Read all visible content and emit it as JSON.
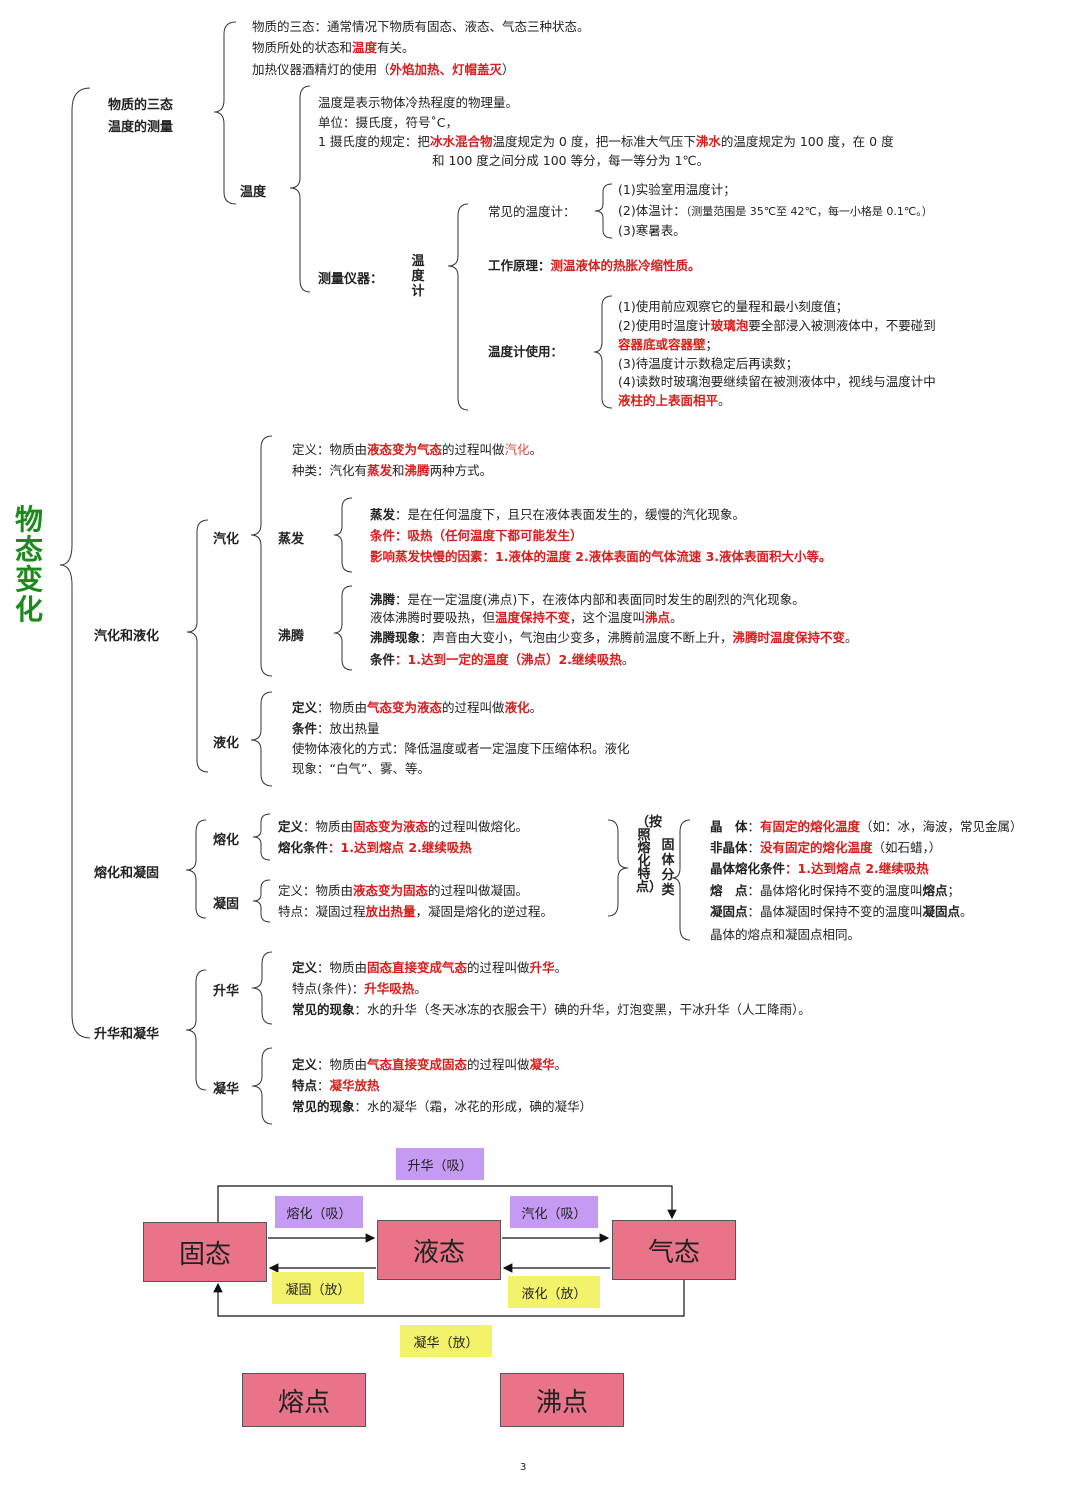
{
  "title": "物态变化",
  "sec1": {
    "label": "物质的三态\n温度的测量",
    "label_l1": "物质的三态",
    "label_l2": "温度的测量",
    "line1": "物质的三态：通常情况下物质有固态、液态、气态三种状态。",
    "line2_pre": "物质所处的状态和",
    "line2_red": "温度",
    "line2_post": "有关。",
    "line3_pre": "加热仪器酒精灯的使用（",
    "line3_red": "外焰加热、灯帽盖灭",
    "line3_post": "）",
    "wendu_label": "温度",
    "wendu_l1": "温度是表示物体冷热程度的物理量。",
    "wendu_l2": "单位：摄氏度，符号˚C，",
    "wendu_l3_pre": "1 摄氏度的规定：把",
    "wendu_l3_red1": "冰水混合物",
    "wendu_l3_mid": "温度规定为 0 度，把一标准大气压下",
    "wendu_l3_red2": "沸水",
    "wendu_l3_post": "的温度规定为 100 度，在 0 度",
    "wendu_l4": "和 100 度之间分成 100 等分，每一等分为 1℃。",
    "yiqi_label": "测量仪器：",
    "wenduji": "温度计",
    "common_label": "常见的温度计：",
    "common1": "(1)实验室用温度计；",
    "common2_pre": "(2)体温计：",
    "common2_small": "（测量范围是 35℃至 42℃，每一小格是 0.1℃。）",
    "common3": "(3)寒暑表。",
    "principle_label": "工作原理：",
    "principle_red": "测温液体的热胀冷缩性质。",
    "use_label": "温度计使用：",
    "use1": "(1)使用前应观察它的量程和最小刻度值；",
    "use2_pre": "(2)使用时温度计",
    "use2_red": "玻璃泡",
    "use2_post": "要全部浸入被测液体中，不要碰到",
    "use2b_red": "容器底或容器壁",
    "use2b_post": "；",
    "use3": "(3)待温度计示数稳定后再读数；",
    "use4": "(4)读数时玻璃泡要继续留在被测液体中，视线与温度计中",
    "use4b_red": "液柱的上表面相平",
    "use4b_post": "。"
  },
  "sec2": {
    "label": "汽化和液化",
    "qihua": "汽化",
    "def_pre": "定义：物质由",
    "def_red": "液态变为气态",
    "def_mid": "的过程叫做",
    "def_red2": "汽化",
    "def_post": "。",
    "kind_pre": "种类：汽化有",
    "kind_red1": "蒸发",
    "kind_mid": "和",
    "kind_red2": "沸腾",
    "kind_post": "两种方式。",
    "zhengfa": "蒸发",
    "zf1_b": "蒸发",
    "zf1_rest": "：是在任何温度下，且只在液体表面发生的，缓慢的汽化现象。",
    "zf2_red": "条件：吸热（任何温度下都可能发生）",
    "zf3_red": "影响蒸发快慢的因素：1.液体的温度 2.液体表面的气体流速 3.液体表面积大小等。",
    "feiteng": "沸腾",
    "ft1_b": "沸腾",
    "ft1_rest": "：是在一定温度(沸点)下，在液体内部和表面同时发生的剧烈的汽化现象。",
    "ft2_pre": "液体沸腾时要吸热，但",
    "ft2_red": "温度保持不变",
    "ft2_mid": "，这个温度叫",
    "ft2_red2": "沸点",
    "ft2_post": "。",
    "ft3_b": "沸腾现象",
    "ft3_mid": "：声音由大变小，气泡由少变多，沸腾前温度不断上升，",
    "ft3_red": "沸腾时温度保持不变",
    "ft3_post": "。",
    "ft4_b": "条件",
    "ft4_red": "：1.达到一定的温度（沸点）2.继续吸热",
    "ft4_post": "。",
    "yehua": "液化",
    "yh1_b": "定义",
    "yh1_pre": "：物质由",
    "yh1_red": "气态变为液态",
    "yh1_mid": "的过程叫做",
    "yh1_red2": "液化",
    "yh1_post": "。",
    "yh2_b": "条件",
    "yh2_rest": "：放出热量",
    "yh3": "使物体液化的方式：降低温度或者一定温度下压缩体积。液化",
    "yh4": "现象：“白气”、雾、等。"
  },
  "sec3": {
    "label": "熔化和凝固",
    "ronghua": "熔化",
    "rh1_b": "定义",
    "rh1_pre": "：物质由",
    "rh1_red": "固态变为液态",
    "rh1_post": "的过程叫做熔化。",
    "rh2_b": "熔化条件",
    "rh2_red": "：1.达到熔点 2.继续吸热",
    "ninggu": "凝固",
    "ng1_pre": "定义：物质由",
    "ng1_red": "液态变为固态",
    "ng1_post": "的过程叫做凝固。",
    "ng2_pre": "特点：凝固过程",
    "ng2_red": "放出热量",
    "ng2_post": "，凝固是熔化的逆过程。",
    "classify_a": "（按照熔化特点）",
    "classify_b": "固体分类",
    "jt1_b": "晶　体",
    "jt1_mid": "：",
    "jt1_red": "有固定的熔化温度",
    "jt1_post": "（如：冰，海波，常见金属）",
    "jt2_b": "非晶体",
    "jt2_mid": "：",
    "jt2_red": "没有固定的熔化温度",
    "jt2_post": "（如石蜡，）",
    "jt3_b": "晶体熔化条件",
    "jt3_red": "：1.达到熔点 2.继续吸热",
    "jt4_b": "熔　点",
    "jt4_mid": "：晶体熔化时保持不变的温度叫",
    "jt4_b2": "熔点",
    "jt4_post": "；",
    "jt5_b": "凝固点",
    "jt5_mid": "：晶体凝固时保持不变的温度叫",
    "jt5_b2": "凝固点",
    "jt5_post": "。",
    "jt6": "晶体的熔点和凝固点相同。"
  },
  "sec4": {
    "label": "升华和凝华",
    "shenghua": "升华",
    "sh1_b": "定义",
    "sh1_pre": "：物质由",
    "sh1_red": "固态直接变成气态",
    "sh1_mid": "的过程叫做",
    "sh1_red2": "升华",
    "sh1_post": "。",
    "sh2_pre": "特点(条件)：",
    "sh2_red": "升华吸热",
    "sh2_post": "。",
    "sh3_b": "常见的现象",
    "sh3_rest": "：水的升华（冬天冰冻的衣服会干）碘的升华，灯泡变黑，干冰升华（人工降雨）。",
    "ninghua": "凝华",
    "nh1_b": "定义",
    "nh1_pre": "：物质由",
    "nh1_red": "气态直接变成固态",
    "nh1_mid": "的过程叫做",
    "nh1_red2": "凝华",
    "nh1_post": "。",
    "nh2_b": "特点",
    "nh2_mid": "：",
    "nh2_red": "凝华放热",
    "nh3_b": "常见的现象",
    "nh3_rest": "：水的凝华（霜，冰花的形成，碘的凝华）"
  },
  "diagram": {
    "solid": "固态",
    "liquid": "液态",
    "gas": "气态",
    "sublimation": "升华（吸）",
    "melting": "熔化（吸）",
    "vaporization": "汽化（吸）",
    "freezing": "凝固（放）",
    "liquefaction": "液化（放）",
    "deposition": "凝华（放）",
    "melting_point": "熔点",
    "boiling_point": "沸点"
  },
  "page_number": "3",
  "colors": {
    "red": "#d81e1e",
    "green": "#1a8a1a",
    "pink": "#e9748a",
    "purple": "#c59af2",
    "yellow": "#f3f36b"
  }
}
